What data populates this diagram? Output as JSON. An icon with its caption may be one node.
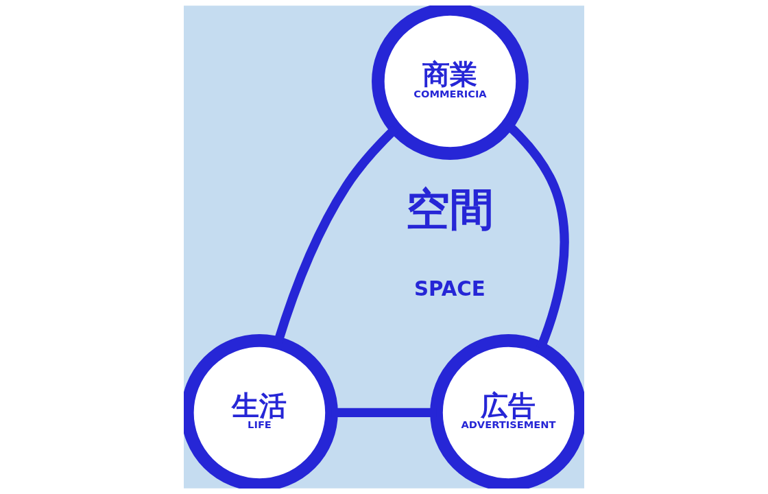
{
  "diagram": {
    "nodes": [
      {
        "text": [
          "商業",
          "COMMERICIA"
        ]
      },
      {
        "text": [
          "広告",
          "ADVERTISEMENT"
        ]
      },
      {
        "text": [
          "生活",
          "LIFE"
        ]
      }
    ],
    "edges": [
      {
        "from": 0,
        "to": 2,
        "arrow": "none"
      },
      {
        "from": 2,
        "to": 1,
        "arrow": "none"
      },
      {
        "from": 1,
        "to": 0,
        "arrow": "none"
      }
    ],
    "labels": [
      "空間",
      "SPACE"
    ]
  }
}
